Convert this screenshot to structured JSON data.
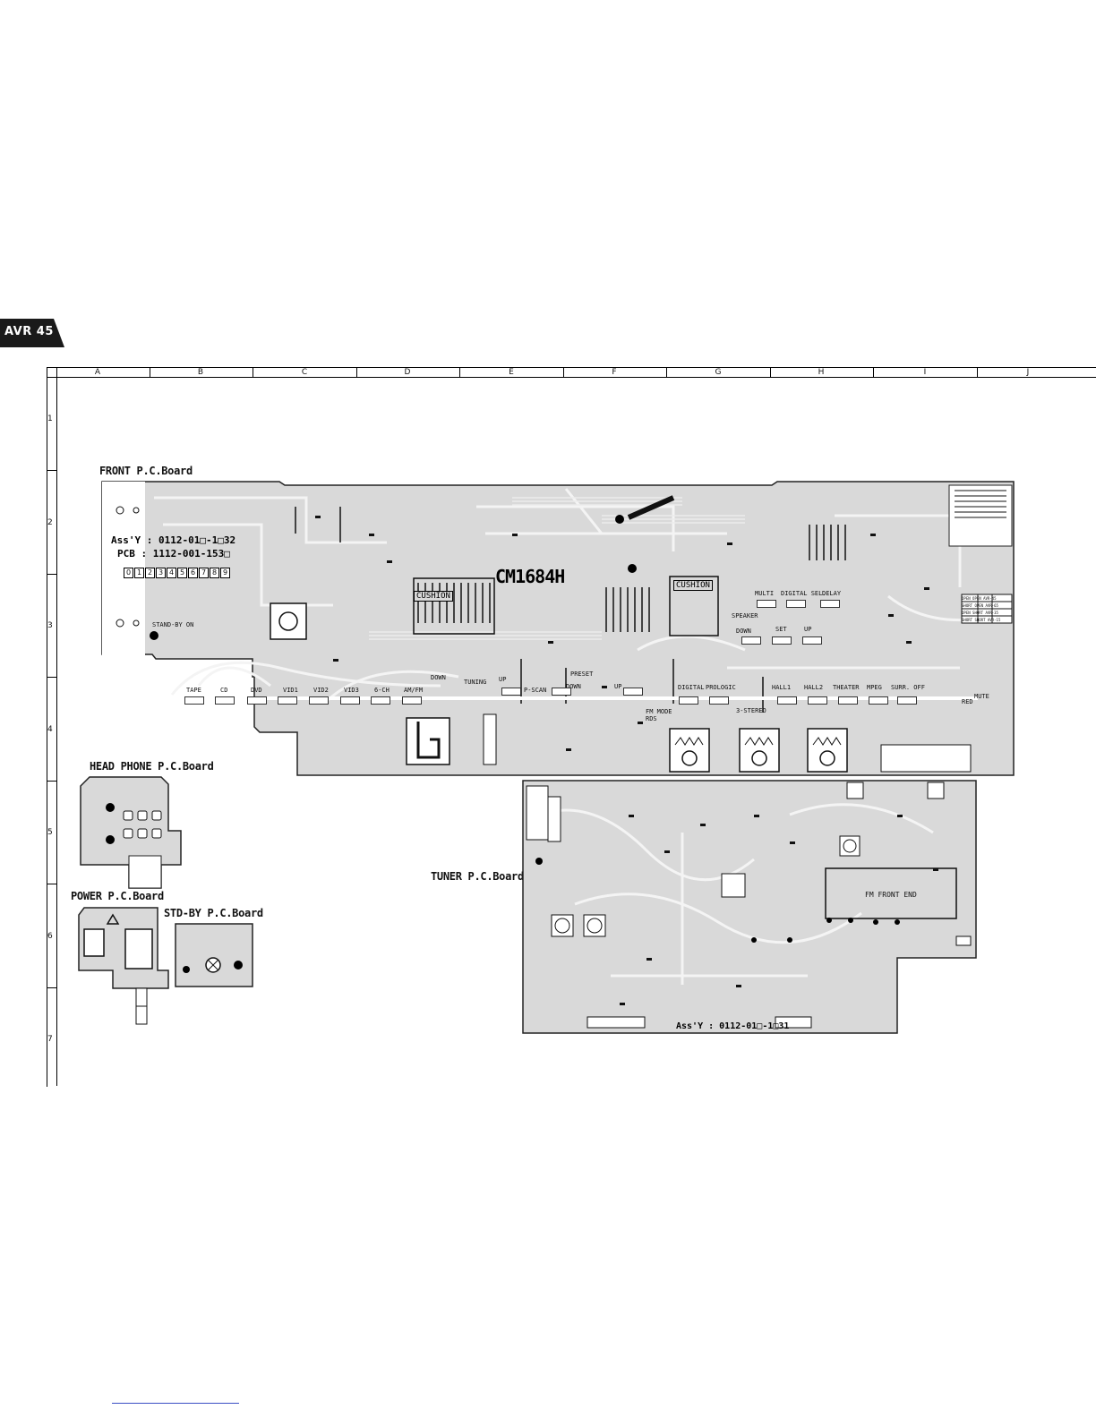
{
  "header": {
    "model_badge": "AVR 45",
    "badge_color": "#1a1a1a"
  },
  "grid": {
    "columns": [
      "A",
      "B",
      "C",
      "D",
      "E",
      "F",
      "G",
      "H",
      "I",
      "J"
    ],
    "rows": [
      "1",
      "2",
      "3",
      "4",
      "5",
      "6",
      "7"
    ]
  },
  "boards": {
    "front": {
      "title": "FRONT P.C.Board",
      "assy": "Ass'Y : 0112-01□-1□32",
      "pcb": "PCB : 1112-001-153□",
      "option_digits": [
        "0",
        "1",
        "2",
        "3",
        "4",
        "5",
        "6",
        "7",
        "8",
        "9"
      ],
      "ic_label": "CM1684H",
      "cushion_left": "CUSHION",
      "cushion_right": "CUSHION",
      "standby_label": "STAND-BY ON",
      "buttons_top": [
        "MULTI",
        "DIGITAL SEL.",
        "DELAY",
        "SPEAKER",
        "DOWN",
        "SET",
        "UP"
      ],
      "buttons_bottom": [
        "TAPE",
        "CD",
        "DVD",
        "VID1",
        "VID2",
        "VID3",
        "6-CH",
        "AM/FM",
        "DOWN",
        "TUNING",
        "UP",
        "P-SCAN",
        "PRESET",
        "DOWN",
        "UP",
        "DIGITAL",
        "PROLOGIC",
        "HALL1",
        "HALL2",
        "THEATER",
        "MPEG",
        "SURR. OFF"
      ],
      "misc_labels": [
        "FM MODE",
        "RDS",
        "3-STEREO",
        "MUTE",
        "RED"
      ],
      "option_table": [
        "OPEN OPEN AVR-45",
        "SHORT OPEN AVR-65",
        "OPEN SHORT AVR-35",
        "SHORT SHORT AVR-15"
      ]
    },
    "headphone": {
      "title": "HEAD PHONE P.C.Board"
    },
    "power": {
      "title": "POWER P.C.Board"
    },
    "standby": {
      "title": "STD-BY P.C.Board"
    },
    "tuner": {
      "title": "TUNER P.C.Board",
      "fm_front_end": "FM FRONT END",
      "assy": "Ass'Y : 0112-01□-1□31"
    }
  },
  "colors": {
    "board_fill": "#d9d9d9",
    "trace": "#ffffff",
    "ink": "#111111",
    "link_underline": "#3a4fc4"
  }
}
